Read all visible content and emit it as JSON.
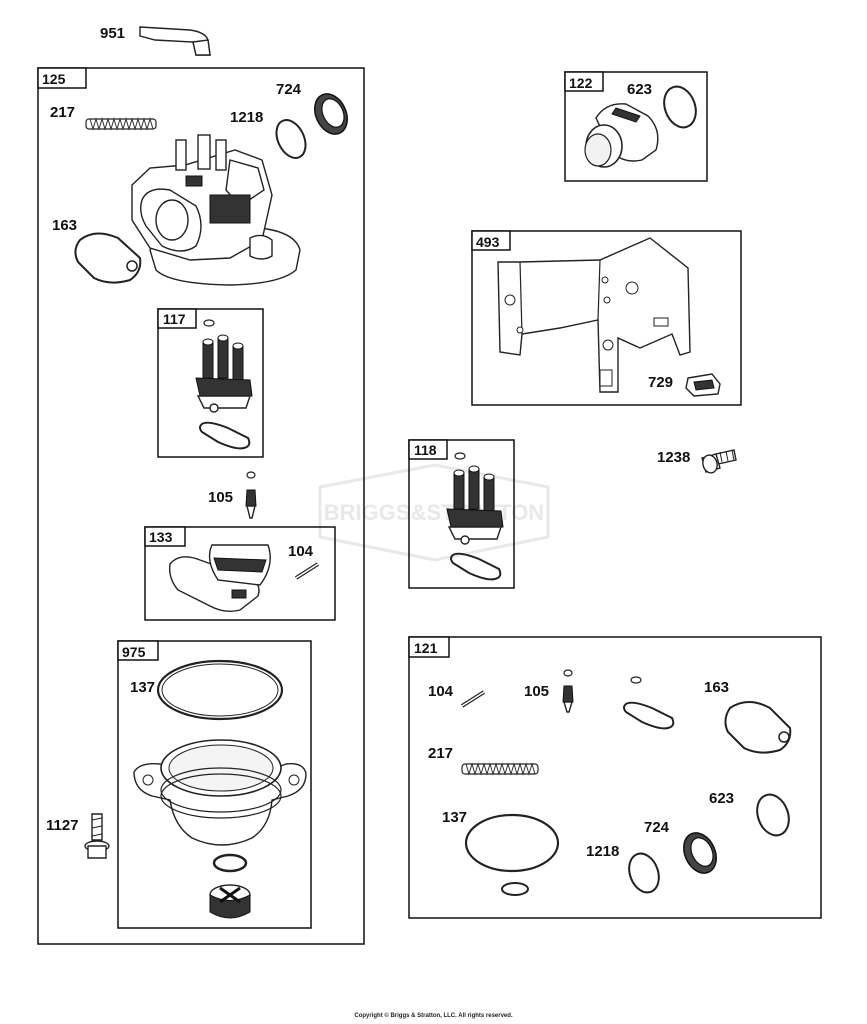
{
  "watermark": "BRIGGS&STRATTON",
  "parts": {
    "p951": "951",
    "p125": "125",
    "p217": "217",
    "p724": "724",
    "p1218": "1218",
    "p163": "163",
    "p117": "117",
    "p105": "105",
    "p133": "133",
    "p104": "104",
    "p975": "975",
    "p137": "137",
    "p1127": "1127",
    "p122": "122",
    "p623": "623",
    "p493": "493",
    "p729": "729",
    "p118": "118",
    "p1238": "1238",
    "p121": "121"
  },
  "copyright": "Copyright © Briggs & Stratton, LLC. All rights reserved."
}
